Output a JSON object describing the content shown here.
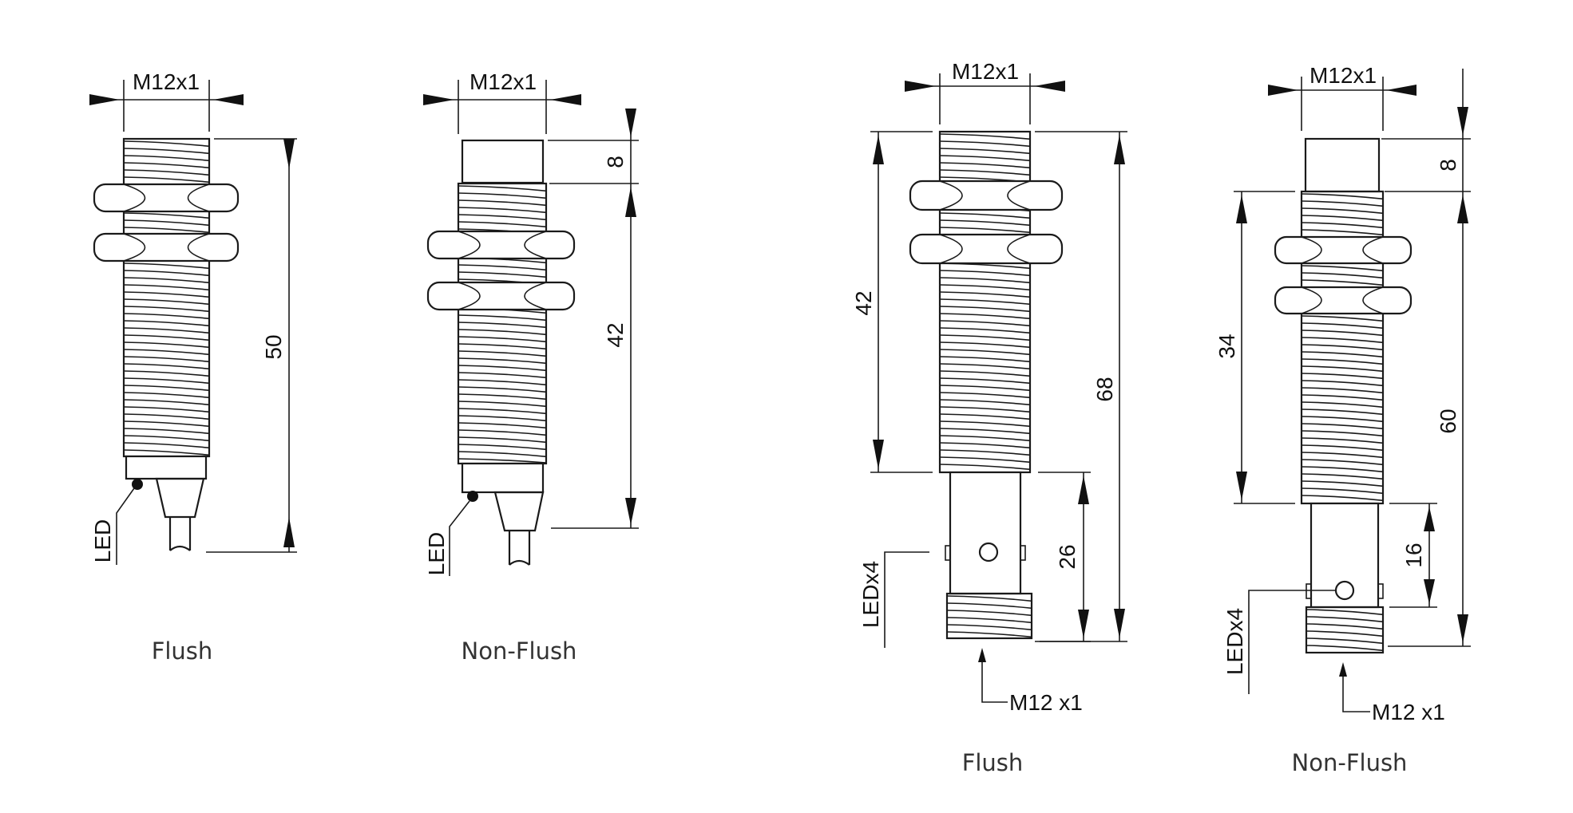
{
  "drawings": [
    {
      "thread": "M12x1",
      "length": "50",
      "led": "LED",
      "caption": "Flush"
    },
    {
      "thread": "M12x1",
      "cap": "8",
      "thread_length": "42",
      "led": "LED",
      "caption": "Non-Flush"
    },
    {
      "thread": "M12x1",
      "thread_length": "42",
      "length": "68",
      "connector": "26",
      "led": "LEDx4",
      "plug": "M12 x1",
      "caption": "Flush"
    },
    {
      "thread": "M12x1",
      "cap": "8",
      "thread_length": "34",
      "length": "60",
      "connector": "16",
      "led": "LEDx4",
      "plug": "M12 x1",
      "caption": "Non-Flush"
    }
  ],
  "colors": {
    "line": "#1a1a1a",
    "caption": "#333333",
    "background": "#ffffff"
  }
}
